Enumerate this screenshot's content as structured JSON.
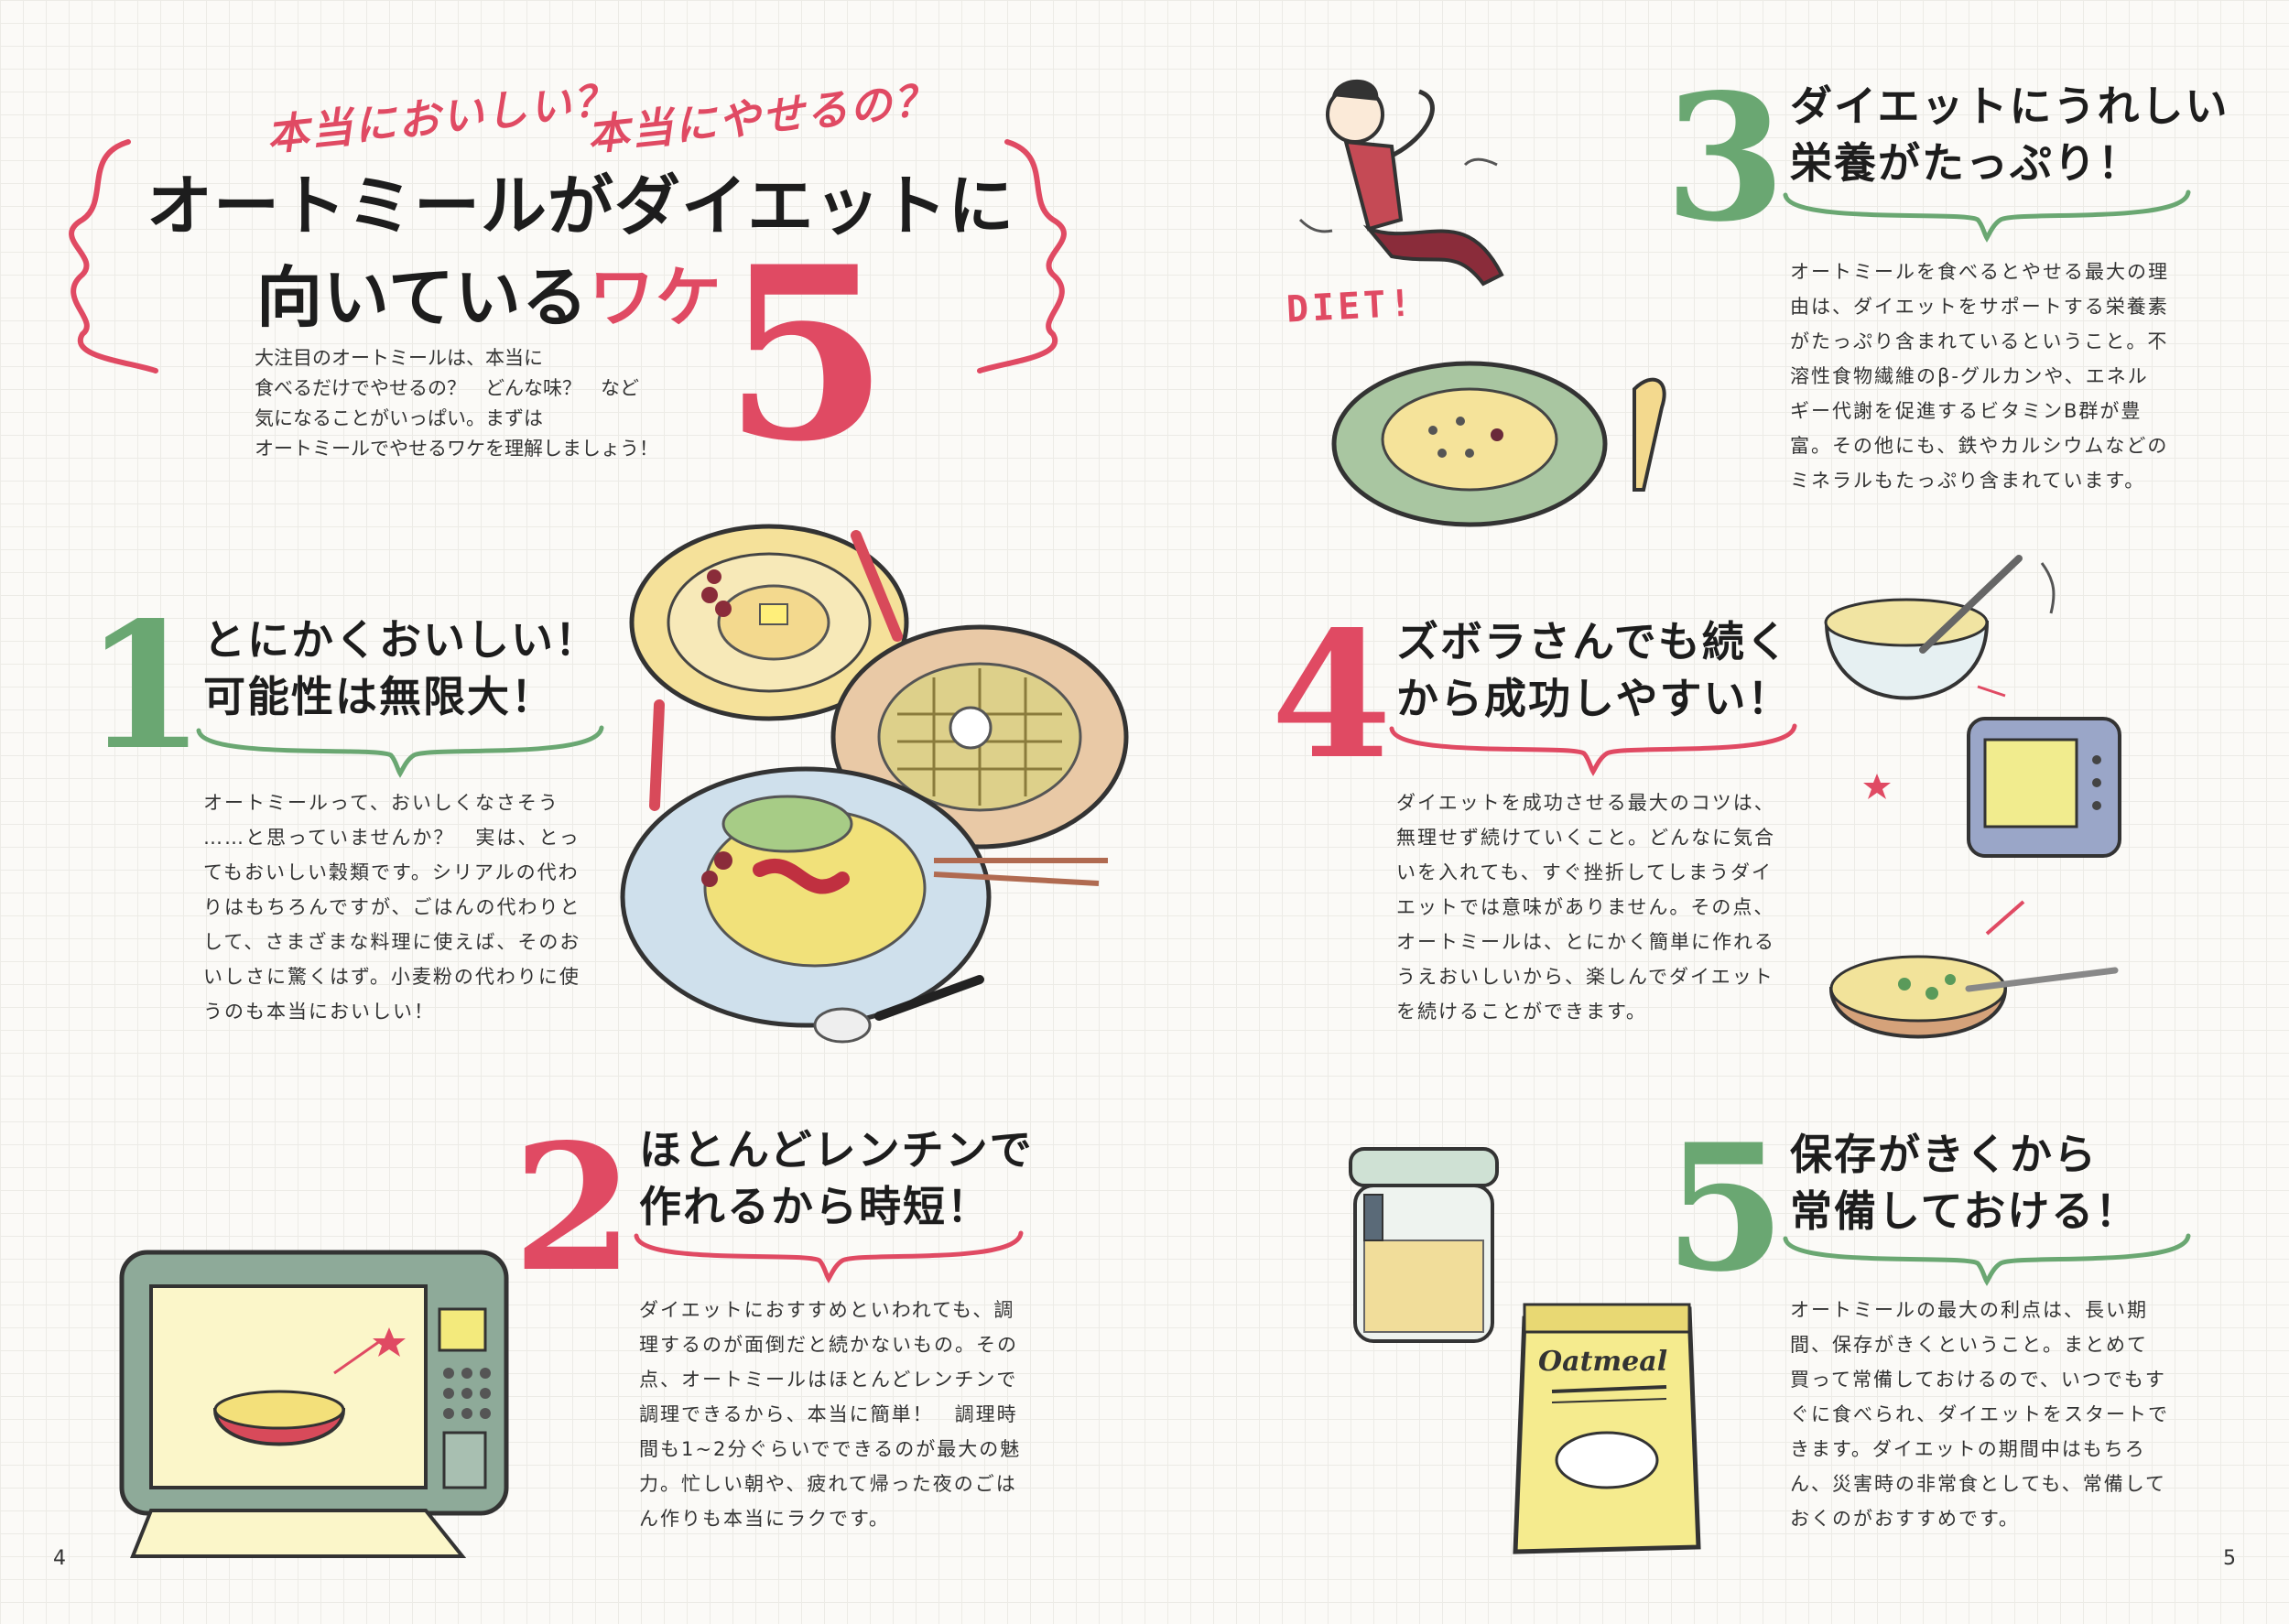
{
  "header": {
    "kicker_left": "本当においしい？",
    "kicker_right": "本当にやせるの？",
    "title_line1": "オートミールがダイエットに",
    "title_line2_main": "向いている",
    "title_line2_accent": "ワケ",
    "title_number": "5",
    "intro_lines": [
      "大注目のオートミールは、本当に",
      "食べるだけでやせるの？　どんな味？　など",
      "気になることがいっぱい。まずは",
      "オートミールでやせるワケを理解しましょう！"
    ]
  },
  "reasons": [
    {
      "number": "1",
      "heading": [
        "とにかくおいしい！",
        "可能性は無限大！"
      ],
      "body": [
        "オートミールって、おいしくなさそう",
        "……と思っていませんか？　実は、とっ",
        "てもおいしい穀類です。シリアルの代わ",
        "りはもちろんですが、ごはんの代わりと",
        "して、さまざまな料理に使えば、そのお",
        "いしさに驚くはず。小麦粉の代わりに使",
        "うのも本当においしい！"
      ]
    },
    {
      "number": "2",
      "heading": [
        "ほとんどレンチンで",
        "作れるから時短！"
      ],
      "body": [
        "ダイエットにおすすめといわれても、調",
        "理するのが面倒だと続かないもの。その",
        "点、オートミールはほとんどレンチンで",
        "調理できるから、本当に簡単！　調理時",
        "間も1~2分ぐらいでできるのが最大の魅",
        "力。忙しい朝や、疲れて帰った夜のごは",
        "ん作りも本当にラクです。"
      ]
    },
    {
      "number": "3",
      "heading": [
        "ダイエットにうれしい",
        "栄養がたっぷり！"
      ],
      "body": [
        "オートミールを食べるとやせる最大の理",
        "由は、ダイエットをサポートする栄養素",
        "がたっぷり含まれているということ。不",
        "溶性食物繊維のβ-グルカンや、エネル",
        "ギー代謝を促進するビタミンB群が豊",
        "富。その他にも、鉄やカルシウムなどの",
        "ミネラルもたっぷり含まれています。"
      ]
    },
    {
      "number": "4",
      "heading": [
        "ズボラさんでも続く",
        "から成功しやすい！"
      ],
      "body": [
        "ダイエットを成功させる最大のコツは、",
        "無理せず続けていくこと。どんなに気合",
        "いを入れても、すぐ挫折してしまうダイ",
        "エットでは意味がありません。その点、",
        "オートミールは、とにかく簡単に作れる",
        "うえおいしいから、楽しんでダイエット",
        "を続けることができます。"
      ]
    },
    {
      "number": "5",
      "heading": [
        "保存がきくから",
        "常備しておける！"
      ],
      "body": [
        "オートミールの最大の利点は、長い期",
        "間、保存がきくということ。まとめて",
        "買って常備しておけるので、いつでもす",
        "ぐに食べられ、ダイエットをスタートで",
        "きます。ダイエットの期間中はもちろ",
        "ん、災害時の非常食としても、常備して",
        "おくのがおすすめです。"
      ]
    }
  ],
  "illustrations": {
    "diet_label": "DIET!",
    "oatmeal_bag_label": "Oatmeal"
  },
  "pages": {
    "left": "4",
    "right": "5"
  },
  "colors": {
    "accent_red": "#e04a63",
    "accent_green": "#6aa772",
    "text": "#222222"
  }
}
